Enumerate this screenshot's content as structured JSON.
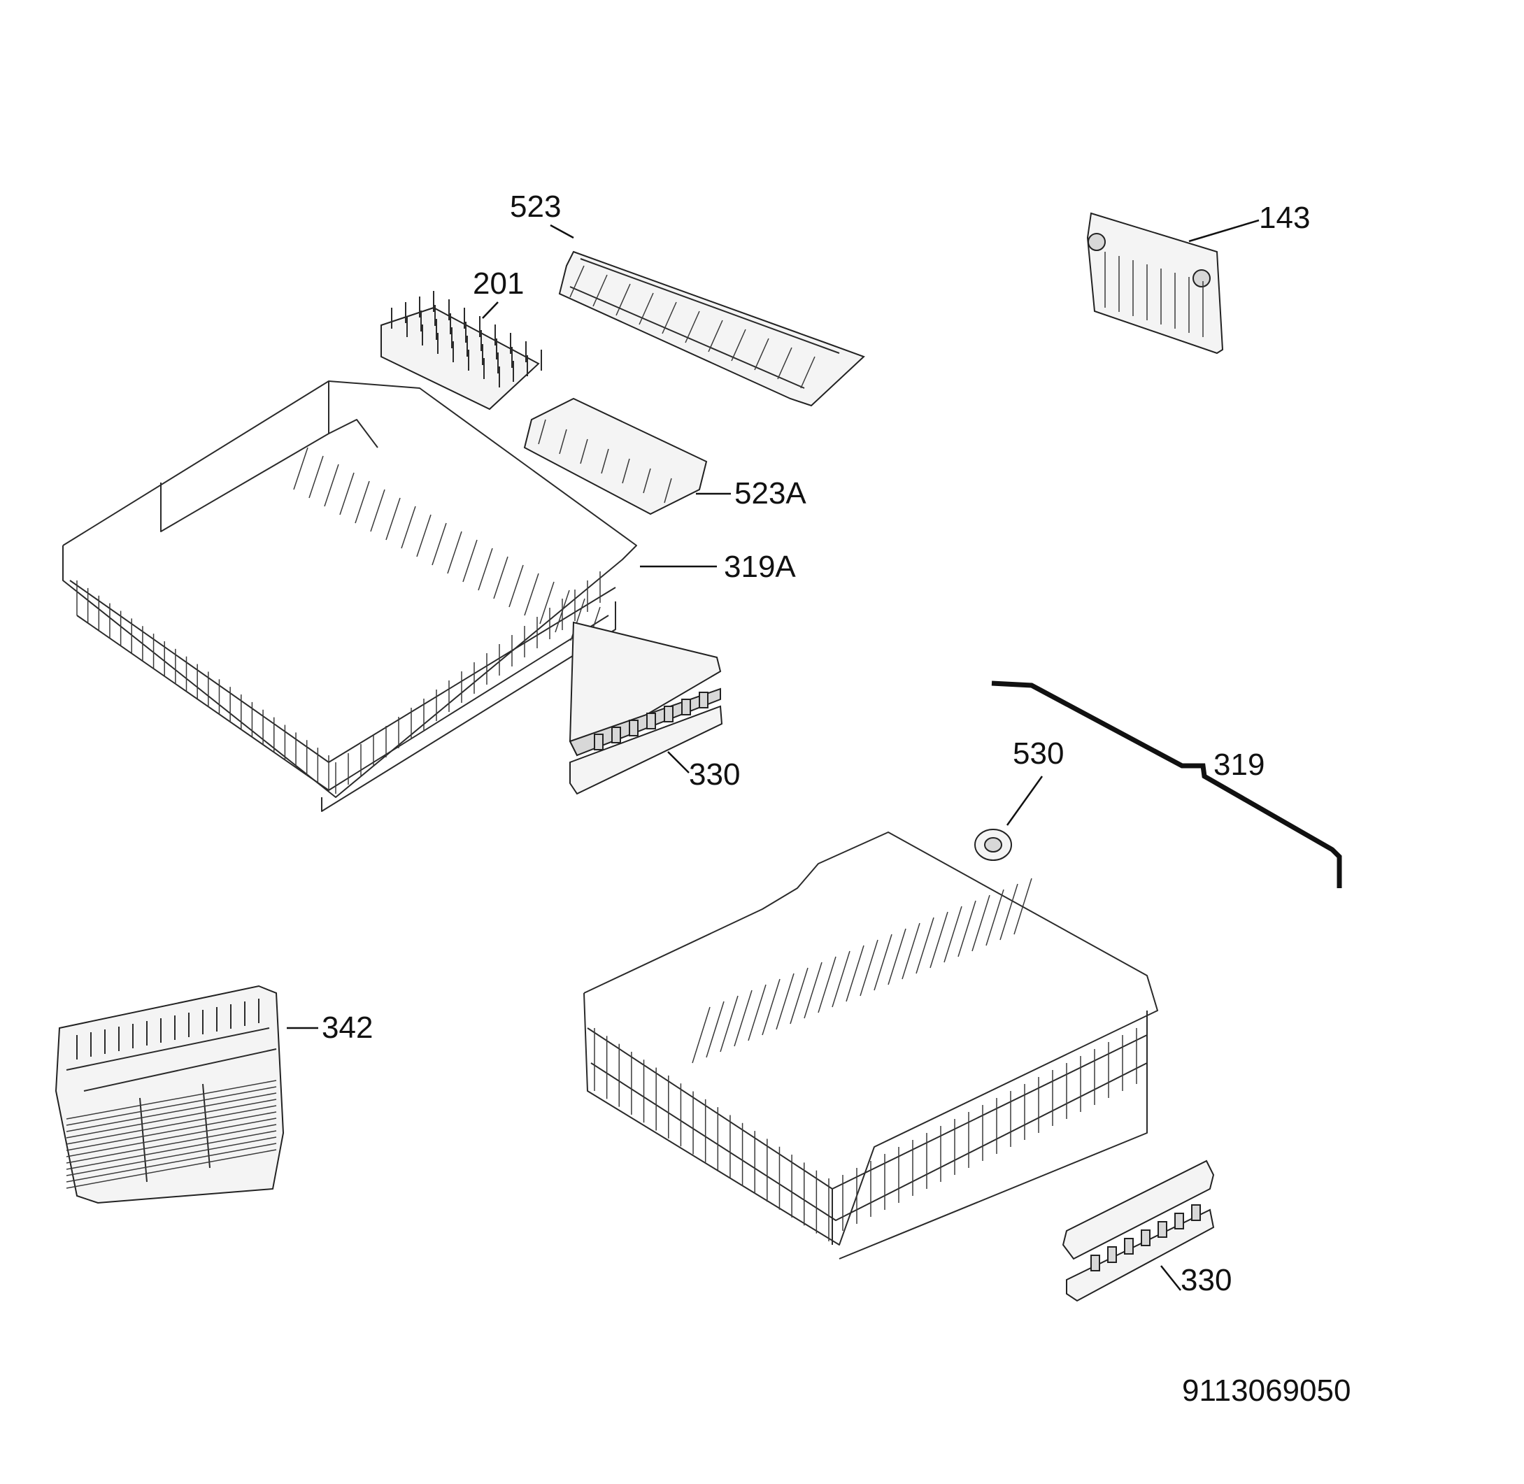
{
  "drawing_number": "9113069050",
  "callouts": {
    "c523": "523",
    "c201": "201",
    "c143": "143",
    "c523A": "523A",
    "c319A": "319A",
    "c330_upper": "330",
    "c530": "530",
    "c319": "319",
    "c342": "342",
    "c330_lower": "330"
  }
}
